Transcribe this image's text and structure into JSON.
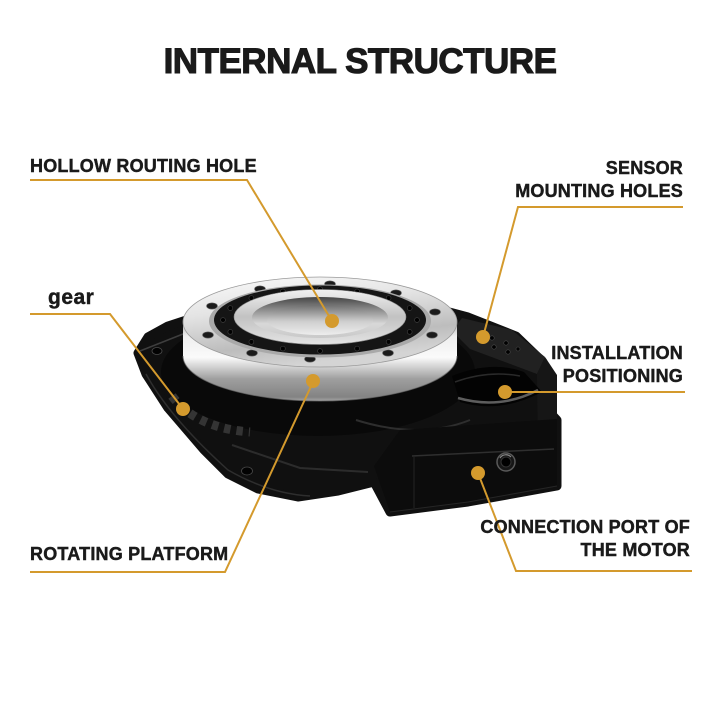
{
  "title": "INTERNAL STRUCTURE",
  "labels": {
    "hollow_routing_hole": {
      "text": "HOLLOW ROUTING HOLE"
    },
    "sensor_mounting_holes": {
      "line1": "SENSOR",
      "line2": "MOUNTING HOLES"
    },
    "gear": {
      "text": "gear"
    },
    "installation_positioning": {
      "line1": "INSTALLATION",
      "line2": "POSITIONING"
    },
    "rotating_platform": {
      "text": "ROTATING PLATFORM"
    },
    "connection_port": {
      "line1": "CONNECTION PORT OF",
      "line2": "THE MOTOR"
    }
  },
  "colors": {
    "accent_gold": "#D49A2D",
    "text": "#1A1A1A",
    "background": "#FFFFFF",
    "product_black": "#101010",
    "metal_silver": "#C9C9C9"
  }
}
